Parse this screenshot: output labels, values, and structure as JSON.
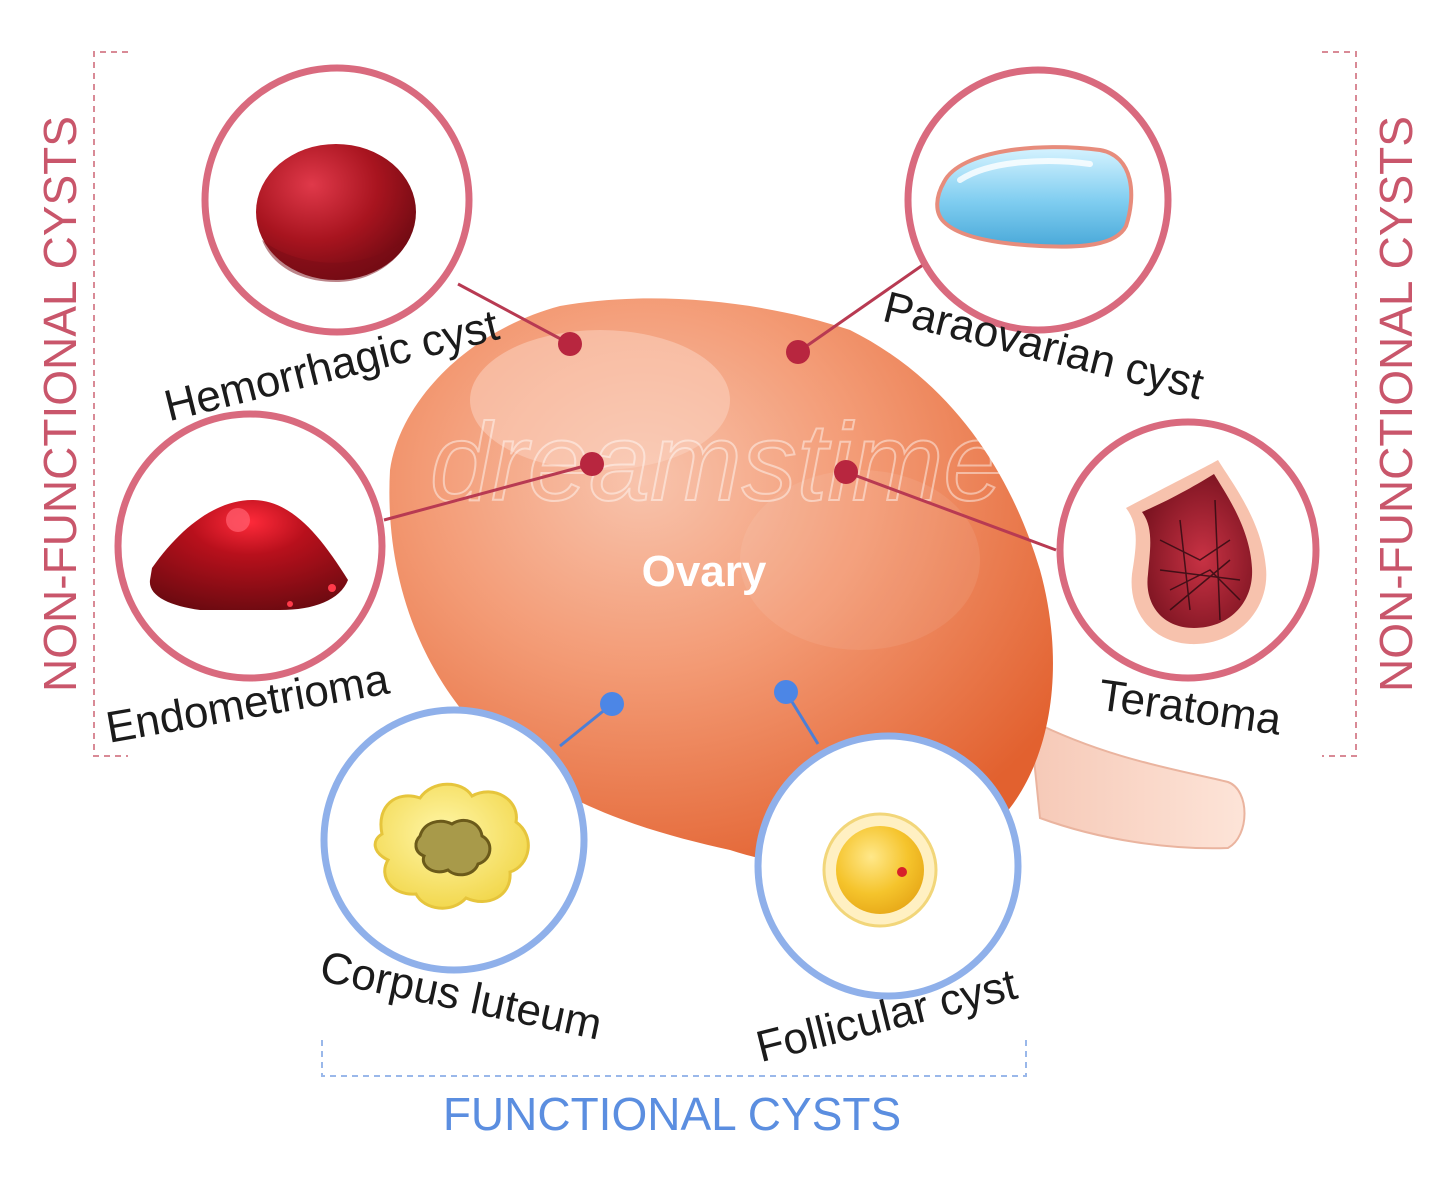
{
  "ovary": {
    "label": "Ovary"
  },
  "watermark": {
    "text": "dreamstime"
  },
  "groups": {
    "non_functional_left": "NON-FUNCTIONAL CYSTS",
    "non_functional_right": "NON-FUNCTIONAL CYSTS",
    "functional": "FUNCTIONAL CYSTS"
  },
  "cysts": {
    "hemorrhagic": "Hemorrhagic cyst",
    "paraovarian": "Paraovarian cyst",
    "endometrioma": "Endometrioma",
    "teratoma": "Teratoma",
    "corpus_luteum": "Corpus luteum",
    "follicular": "Follicular cyst"
  },
  "colors": {
    "non_functional": "#c9566b",
    "functional": "#5b8ee0",
    "ovary": "#f07a4e",
    "non_functional_ring": "#d96a7e",
    "functional_ring": "#8fb0ea"
  }
}
